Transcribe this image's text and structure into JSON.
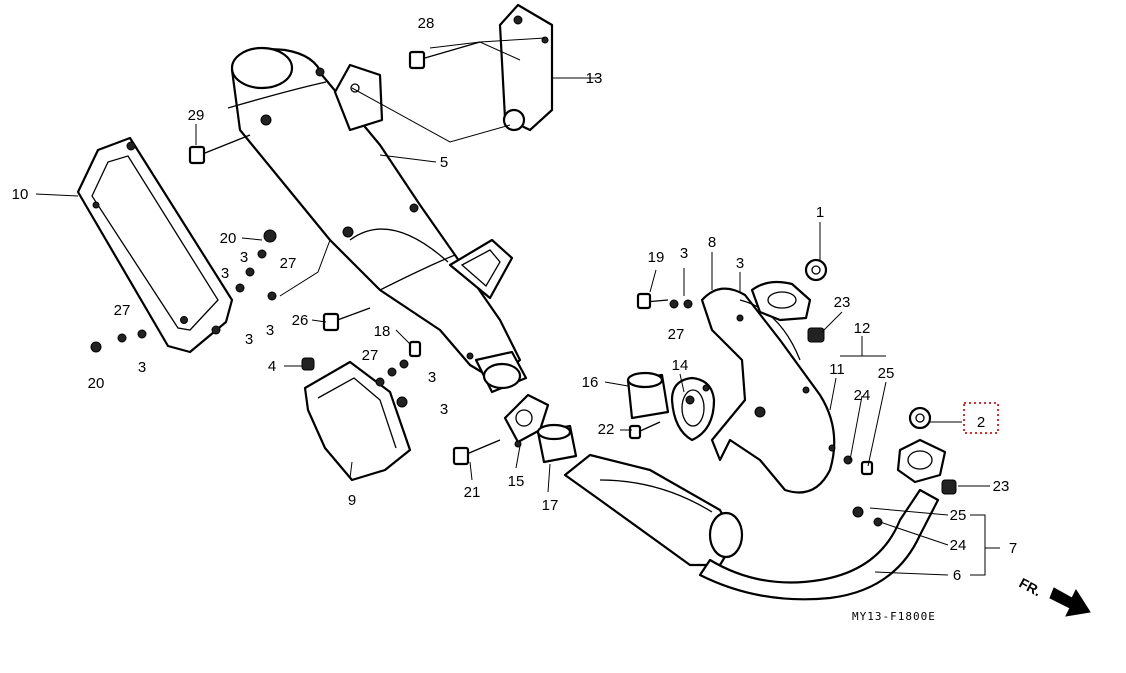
{
  "diagram": {
    "code": "MY13-F1800E",
    "direction_label": "FR.",
    "selected_callout": "2",
    "callouts": [
      {
        "id": "c1",
        "text": "1"
      },
      {
        "id": "c2",
        "text": "2"
      },
      {
        "id": "c3a",
        "text": "3"
      },
      {
        "id": "c3b",
        "text": "3"
      },
      {
        "id": "c3c",
        "text": "3"
      },
      {
        "id": "c3d",
        "text": "3"
      },
      {
        "id": "c3e",
        "text": "3"
      },
      {
        "id": "c3f",
        "text": "3"
      },
      {
        "id": "c3g",
        "text": "3"
      },
      {
        "id": "c3h",
        "text": "3"
      },
      {
        "id": "c3i",
        "text": "3"
      },
      {
        "id": "c4",
        "text": "4"
      },
      {
        "id": "c5",
        "text": "5"
      },
      {
        "id": "c6",
        "text": "6"
      },
      {
        "id": "c7",
        "text": "7"
      },
      {
        "id": "c8",
        "text": "8"
      },
      {
        "id": "c9",
        "text": "9"
      },
      {
        "id": "c10",
        "text": "10"
      },
      {
        "id": "c11",
        "text": "11"
      },
      {
        "id": "c12",
        "text": "12"
      },
      {
        "id": "c13",
        "text": "13"
      },
      {
        "id": "c14",
        "text": "14"
      },
      {
        "id": "c15",
        "text": "15"
      },
      {
        "id": "c16",
        "text": "16"
      },
      {
        "id": "c17",
        "text": "17"
      },
      {
        "id": "c18",
        "text": "18"
      },
      {
        "id": "c19",
        "text": "19"
      },
      {
        "id": "c20a",
        "text": "20"
      },
      {
        "id": "c20b",
        "text": "20"
      },
      {
        "id": "c21",
        "text": "21"
      },
      {
        "id": "c22",
        "text": "22"
      },
      {
        "id": "c23a",
        "text": "23"
      },
      {
        "id": "c23b",
        "text": "23"
      },
      {
        "id": "c24a",
        "text": "24"
      },
      {
        "id": "c24b",
        "text": "24"
      },
      {
        "id": "c25a",
        "text": "25"
      },
      {
        "id": "c25b",
        "text": "25"
      },
      {
        "id": "c26",
        "text": "26"
      },
      {
        "id": "c27a",
        "text": "27"
      },
      {
        "id": "c27b",
        "text": "27"
      },
      {
        "id": "c27c",
        "text": "27"
      },
      {
        "id": "c27d",
        "text": "27"
      },
      {
        "id": "c28",
        "text": "28"
      },
      {
        "id": "c29",
        "text": "29"
      }
    ]
  }
}
